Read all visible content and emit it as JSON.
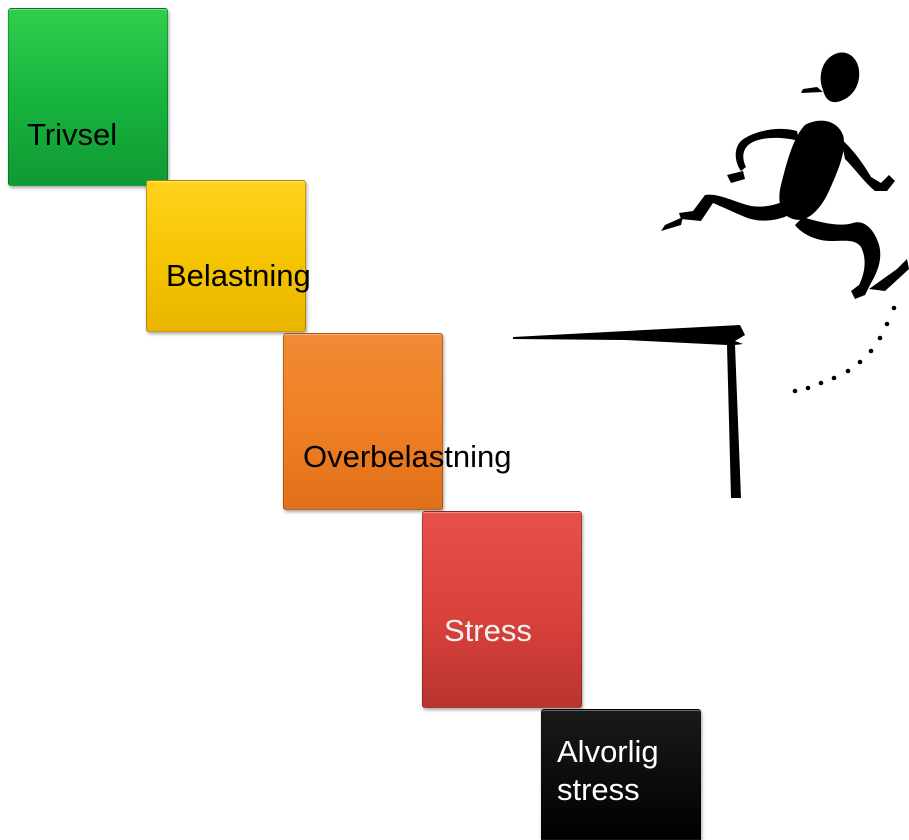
{
  "steps": [
    {
      "label": "Trivsel",
      "color": "#1cb640"
    },
    {
      "label": "Belastning",
      "color": "#f7c600"
    },
    {
      "label": "Overbelastning",
      "color": "#ef7f23"
    },
    {
      "label": "Stress",
      "color": "#d9413b"
    },
    {
      "label": "Alvorlig stress",
      "color": "#000000"
    }
  ],
  "figure": {
    "icon": "running-stick-figure-icon",
    "obstacle": "hurdle-icon",
    "trail": "dotted-jump-trail"
  }
}
